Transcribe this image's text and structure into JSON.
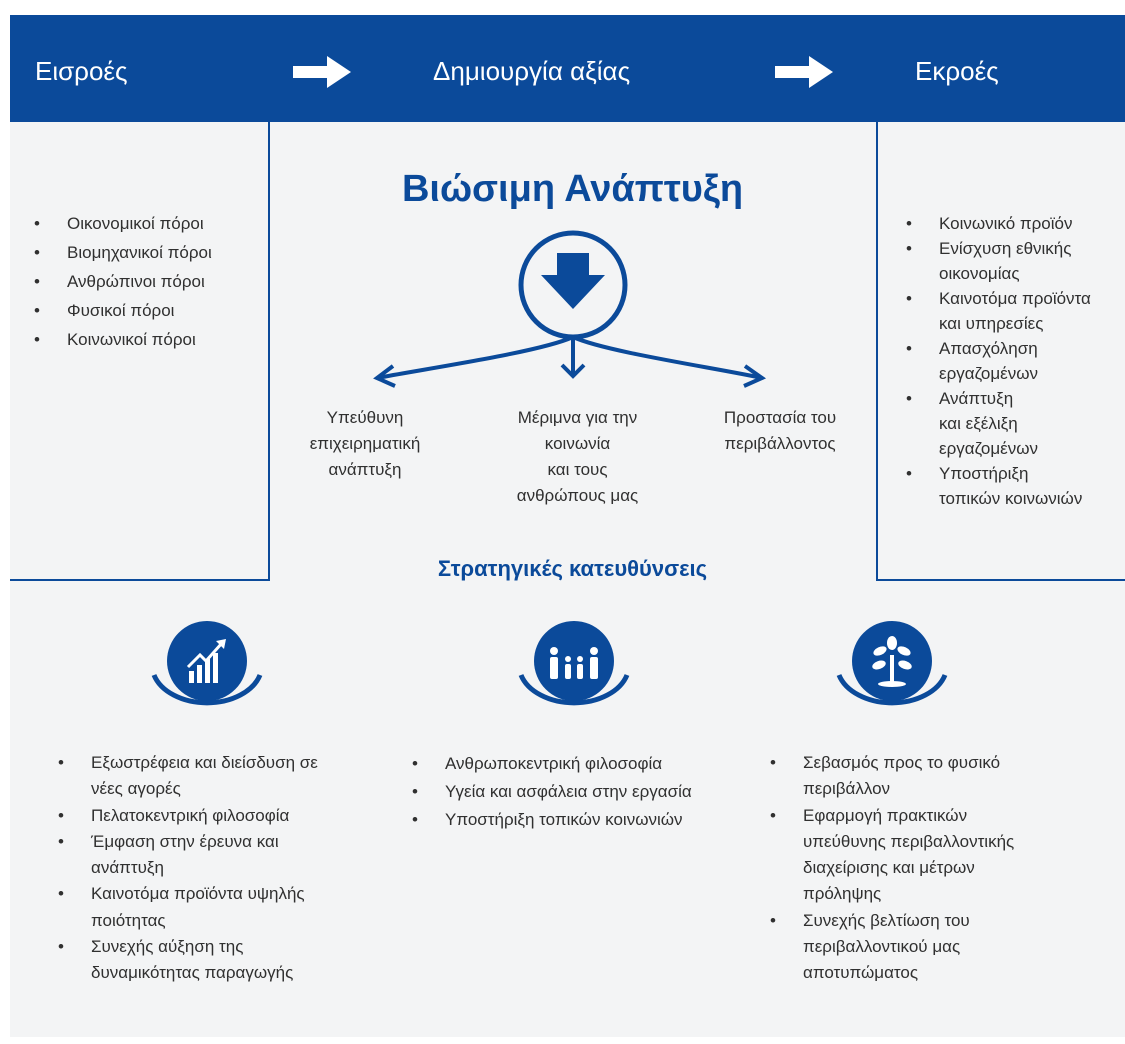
{
  "header": {
    "inputs_title": "Εισροές",
    "value_creation_title": "Δημιουργία αξίας",
    "outputs_title": "Εκροές"
  },
  "inputs": [
    "Οικονομικοί πόροι",
    "Βιομηχανικοί πόροι",
    "Ανθρώπινοι πόροι",
    "Φυσικοί πόροι",
    "Κοινωνικοί πόροι"
  ],
  "outputs": [
    [
      "Κοινωνικό προϊόν"
    ],
    [
      "Ενίσχυση εθνικής",
      "οικονομίας"
    ],
    [
      "Καινοτόμα προϊόντα",
      "και υπηρεσίες"
    ],
    [
      "Απασχόληση",
      "εργαζομένων"
    ],
    [
      "Ανάπτυξη",
      "και εξέλιξη",
      "εργαζομένων"
    ],
    [
      "Υποστήριξη",
      "τοπικών κοινωνιών"
    ]
  ],
  "center": {
    "title": "Βιώσιμη Ανάπτυξη",
    "pillars": [
      [
        "Υπεύθυνη",
        "επιχειρηματική",
        "ανάπτυξη"
      ],
      [
        "Μέριμνα για την",
        "κοινωνία",
        "και τους",
        "ανθρώπους μας"
      ],
      [
        "Προστασία του",
        "περιβάλλοντος"
      ]
    ],
    "strategic_title": "Στρατηγικές κατευθύνσεις"
  },
  "icons": [
    "growth-chart-icon",
    "people-group-icon",
    "tree-icon"
  ],
  "strategies": [
    [
      [
        "Εξωστρέφεια και διείσδυση σε",
        "νέες αγορές"
      ],
      [
        "Πελατοκεντρική φιλοσοφία"
      ],
      [
        "Έμφαση στην έρευνα και",
        "ανάπτυξη"
      ],
      [
        "Καινοτόμα προϊόντα υψηλής",
        "ποιότητας"
      ],
      [
        "Συνεχής αύξηση της",
        "δυναμικότητας παραγωγής"
      ]
    ],
    [
      [
        "Ανθρωποκεντρική φιλοσοφία"
      ],
      [
        "Υγεία και ασφάλεια στην εργασία"
      ],
      [
        "Υποστήριξη τοπικών κοινωνιών"
      ]
    ],
    [
      [
        "Σεβασμός προς το φυσικό",
        "περιβάλλον"
      ],
      [
        "Εφαρμογή πρακτικών",
        "υπεύθυνης περιβαλλοντικής",
        "διαχείρισης και μέτρων",
        "πρόληψης"
      ],
      [
        "Συνεχής βελτίωση του",
        "περιβαλλοντικού μας",
        "αποτυπώματος"
      ]
    ]
  ],
  "colors": {
    "brand_blue": "#0b4a9a",
    "panel_bg": "#f3f4f5",
    "text": "#303030"
  }
}
